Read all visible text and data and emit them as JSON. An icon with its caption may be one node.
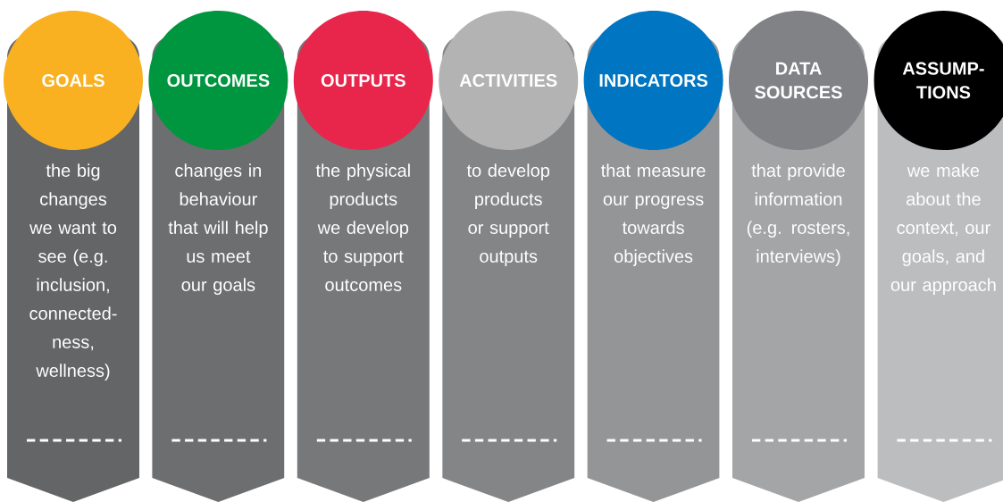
{
  "diagram": {
    "nodes": [
      {
        "text": [
          "GOALS"
        ]
      },
      {
        "text": [
          "the big changes we want to see (e.g. inclusion, connected-ness, wellness)"
        ]
      },
      {
        "text": [
          "OUTCOMES"
        ]
      },
      {
        "text": [
          "changes in behaviour that will help us meet our goals"
        ]
      },
      {
        "text": [
          "OUTPUTS"
        ]
      },
      {
        "text": [
          "the physical products we develop to support outcomes"
        ]
      },
      {
        "text": [
          "ACTIVITIES"
        ]
      },
      {
        "text": [
          "to develop products or support outputs"
        ]
      },
      {
        "text": [
          "INDICATORS"
        ]
      },
      {
        "text": [
          "that measure our progress towards objectives"
        ]
      },
      {
        "text": [
          "DATA SOURCES"
        ]
      },
      {
        "text": [
          "that provide information (e.g. rosters, interviews)"
        ]
      },
      {
        "text": [
          "ASSUMP-TIONS"
        ]
      },
      {
        "text": [
          "we make about the context, our goals, and our approach"
        ]
      }
    ]
  }
}
